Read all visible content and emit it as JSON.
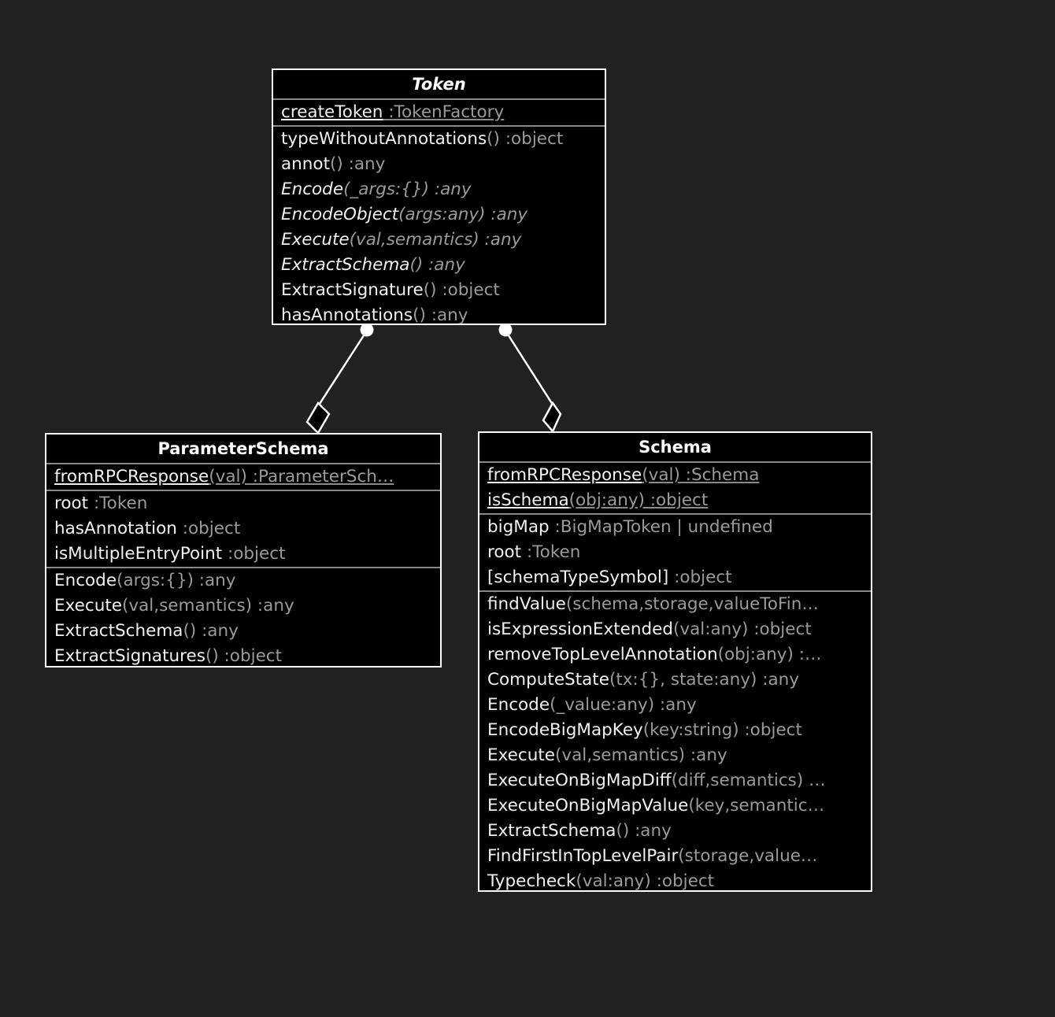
{
  "diagram": {
    "type": "uml-class-diagram",
    "background": "#212121",
    "box_fill": "#000000",
    "box_stroke": "#ffffff",
    "text_color": "#f2f2f2",
    "signature_color": "#9a9a9a"
  },
  "classes": {
    "token": {
      "name": "Token",
      "abstract": true,
      "statics": [
        {
          "nm": "createToken",
          "sig": " :TokenFactory",
          "static": true,
          "abstract": false
        }
      ],
      "members": [
        {
          "nm": "typeWithoutAnnotations",
          "sig": "() :object",
          "static": false,
          "abstract": false
        },
        {
          "nm": "annot",
          "sig": "() :any",
          "static": false,
          "abstract": false
        },
        {
          "nm": "Encode",
          "sig": "(_args:{}) :any",
          "static": false,
          "abstract": true
        },
        {
          "nm": "EncodeObject",
          "sig": "(args:any) :any",
          "static": false,
          "abstract": true
        },
        {
          "nm": "Execute",
          "sig": "(val,semantics) :any",
          "static": false,
          "abstract": true
        },
        {
          "nm": "ExtractSchema",
          "sig": "() :any",
          "static": false,
          "abstract": true
        },
        {
          "nm": "ExtractSignature",
          "sig": "() :object",
          "static": false,
          "abstract": false
        },
        {
          "nm": "hasAnnotations",
          "sig": "() :any",
          "static": false,
          "abstract": false
        }
      ]
    },
    "parameter_schema": {
      "name": "ParameterSchema",
      "abstract": false,
      "statics": [
        {
          "nm": "fromRPCResponse",
          "sig": "(val) :ParameterSch…",
          "static": true,
          "abstract": false
        }
      ],
      "fields": [
        {
          "nm": "root",
          "sig": " :Token",
          "static": false,
          "abstract": false
        },
        {
          "nm": "hasAnnotation",
          "sig": " :object",
          "static": false,
          "abstract": false
        },
        {
          "nm": "isMultipleEntryPoint",
          "sig": " :object",
          "static": false,
          "abstract": false
        }
      ],
      "members": [
        {
          "nm": "Encode",
          "sig": "(args:{}) :any",
          "static": false,
          "abstract": false
        },
        {
          "nm": "Execute",
          "sig": "(val,semantics) :any",
          "static": false,
          "abstract": false
        },
        {
          "nm": "ExtractSchema",
          "sig": "() :any",
          "static": false,
          "abstract": false
        },
        {
          "nm": "ExtractSignatures",
          "sig": "() :object",
          "static": false,
          "abstract": false
        }
      ]
    },
    "schema": {
      "name": "Schema",
      "abstract": false,
      "statics": [
        {
          "nm": "fromRPCResponse",
          "sig": "(val) :Schema",
          "static": true,
          "abstract": false
        },
        {
          "nm": "isSchema",
          "sig": "(obj:any) :object",
          "static": true,
          "abstract": false
        }
      ],
      "fields": [
        {
          "nm": "bigMap",
          "sig": " :BigMapToken | undefined",
          "static": false,
          "abstract": false
        },
        {
          "nm": "root",
          "sig": " :Token",
          "static": false,
          "abstract": false
        },
        {
          "nm": "[schemaTypeSymbol]",
          "sig": " :object",
          "static": false,
          "abstract": false
        }
      ],
      "members": [
        {
          "nm": "findValue",
          "sig": "(schema,storage,valueToFin…",
          "static": false,
          "abstract": false
        },
        {
          "nm": "isExpressionExtended",
          "sig": "(val:any) :object",
          "static": false,
          "abstract": false
        },
        {
          "nm": "removeTopLevelAnnotation",
          "sig": "(obj:any) :…",
          "static": false,
          "abstract": false
        },
        {
          "nm": "ComputeState",
          "sig": "(tx:{}, state:any) :any",
          "static": false,
          "abstract": false
        },
        {
          "nm": "Encode",
          "sig": "(_value:any) :any",
          "static": false,
          "abstract": false
        },
        {
          "nm": "EncodeBigMapKey",
          "sig": "(key:string) :object",
          "static": false,
          "abstract": false
        },
        {
          "nm": "Execute",
          "sig": "(val,semantics) :any",
          "static": false,
          "abstract": false
        },
        {
          "nm": "ExecuteOnBigMapDiff",
          "sig": "(diff,semantics) …",
          "static": false,
          "abstract": false
        },
        {
          "nm": "ExecuteOnBigMapValue",
          "sig": "(key,semantic…",
          "static": false,
          "abstract": false
        },
        {
          "nm": "ExtractSchema",
          "sig": "() :any",
          "static": false,
          "abstract": false
        },
        {
          "nm": "FindFirstInTopLevelPair",
          "sig": "(storage,value…",
          "static": false,
          "abstract": false
        },
        {
          "nm": "Typecheck",
          "sig": "(val:any) :object",
          "static": false,
          "abstract": false
        }
      ]
    }
  },
  "relations": [
    {
      "kind": "aggregation",
      "from": "Token",
      "to": "ParameterSchema",
      "source_marker": "filled-dot",
      "target_marker": "hollow-diamond"
    },
    {
      "kind": "aggregation",
      "from": "Token",
      "to": "Schema",
      "source_marker": "filled-dot",
      "target_marker": "hollow-diamond"
    }
  ]
}
